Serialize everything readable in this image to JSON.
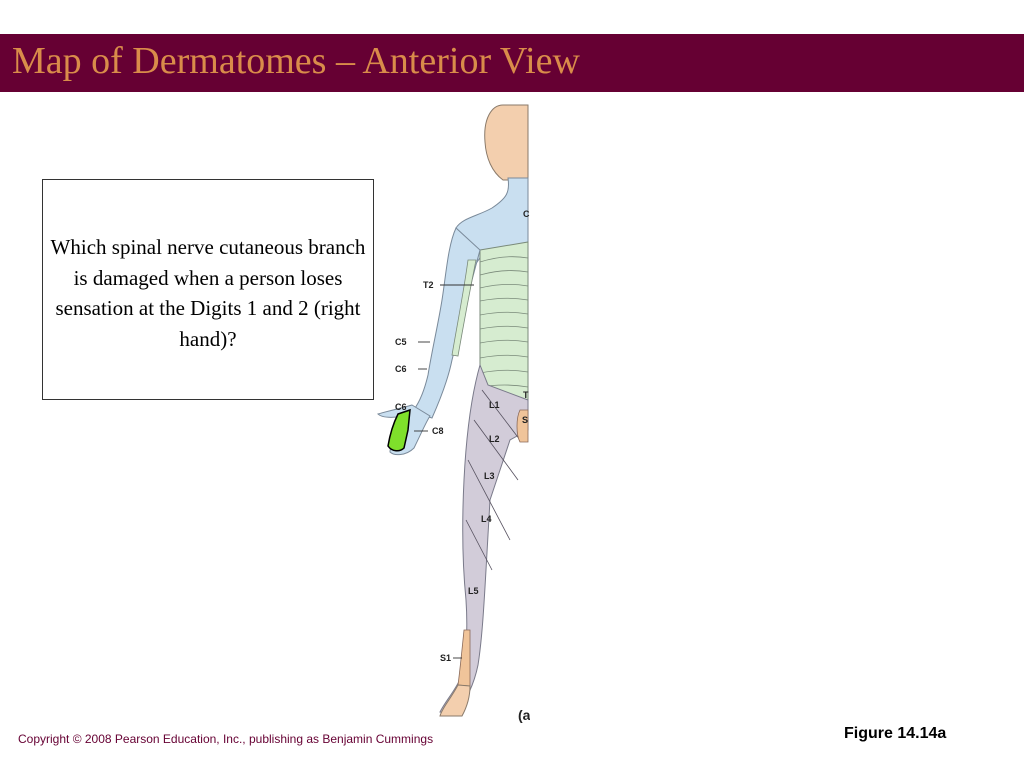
{
  "slide": {
    "title": "Map of Dermatomes – Anterior View",
    "question": "Which spinal nerve cutaneous branch is damaged when a person loses sensation at the Digits 1 and 2 (right hand)?",
    "copyright": "Copyright © 2008 Pearson Education, Inc., publishing as Benjamin Cummings",
    "figure_label": "Figure 14.14a"
  },
  "diagram": {
    "labels": {
      "t2": "T2",
      "c5": "C5",
      "c6a": "C6",
      "c6b": "C6",
      "c8": "C8",
      "l1": "L1",
      "l2": "L2",
      "l3": "L3",
      "l4": "L4",
      "l5": "L5",
      "s1": "S1",
      "right_c": "C",
      "right_t": "T",
      "right_s": "S",
      "panel": "(a"
    },
    "colors": {
      "title_bar": "#660033",
      "title_text": "#d98c4a",
      "cervical": "#c9dff0",
      "thoracic": "#d6ecd0",
      "lumbar": "#d2ccd9",
      "sacral": "#f0c49a",
      "skin": "#f3cfae",
      "highlight": "#7fe02b"
    }
  }
}
